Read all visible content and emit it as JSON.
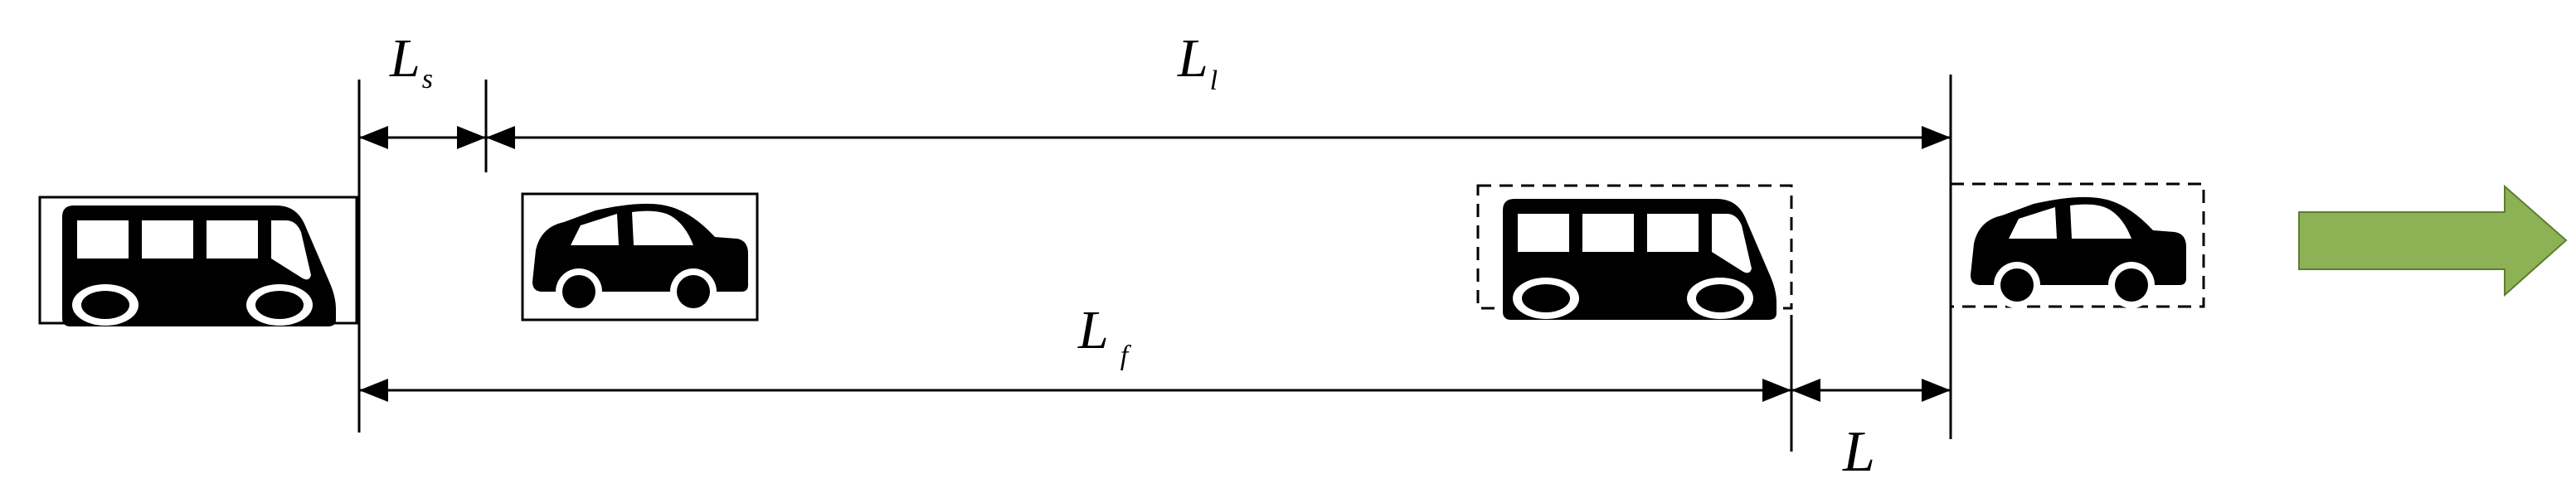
{
  "labels": {
    "ls": {
      "main": "L",
      "sub": "s"
    },
    "ll": {
      "main": "L",
      "sub": "l"
    },
    "lf": {
      "main": "L",
      "sub": "f"
    },
    "l": {
      "main": "L"
    }
  },
  "vehicles": [
    {
      "name": "bus-1",
      "kind": "bus-icon",
      "frame": "solid"
    },
    {
      "name": "car-1",
      "kind": "car-icon",
      "frame": "solid"
    },
    {
      "name": "bus-2",
      "kind": "bus-icon",
      "frame": "dashed"
    },
    {
      "name": "car-2",
      "kind": "car-icon",
      "frame": "dashed"
    }
  ],
  "colors": {
    "ink": "#000000",
    "arrow_fill": "#8DB255",
    "arrow_stroke": "#5E7D32",
    "background": "#FFFFFF"
  },
  "icons": {
    "direction": "right-arrow-icon"
  }
}
